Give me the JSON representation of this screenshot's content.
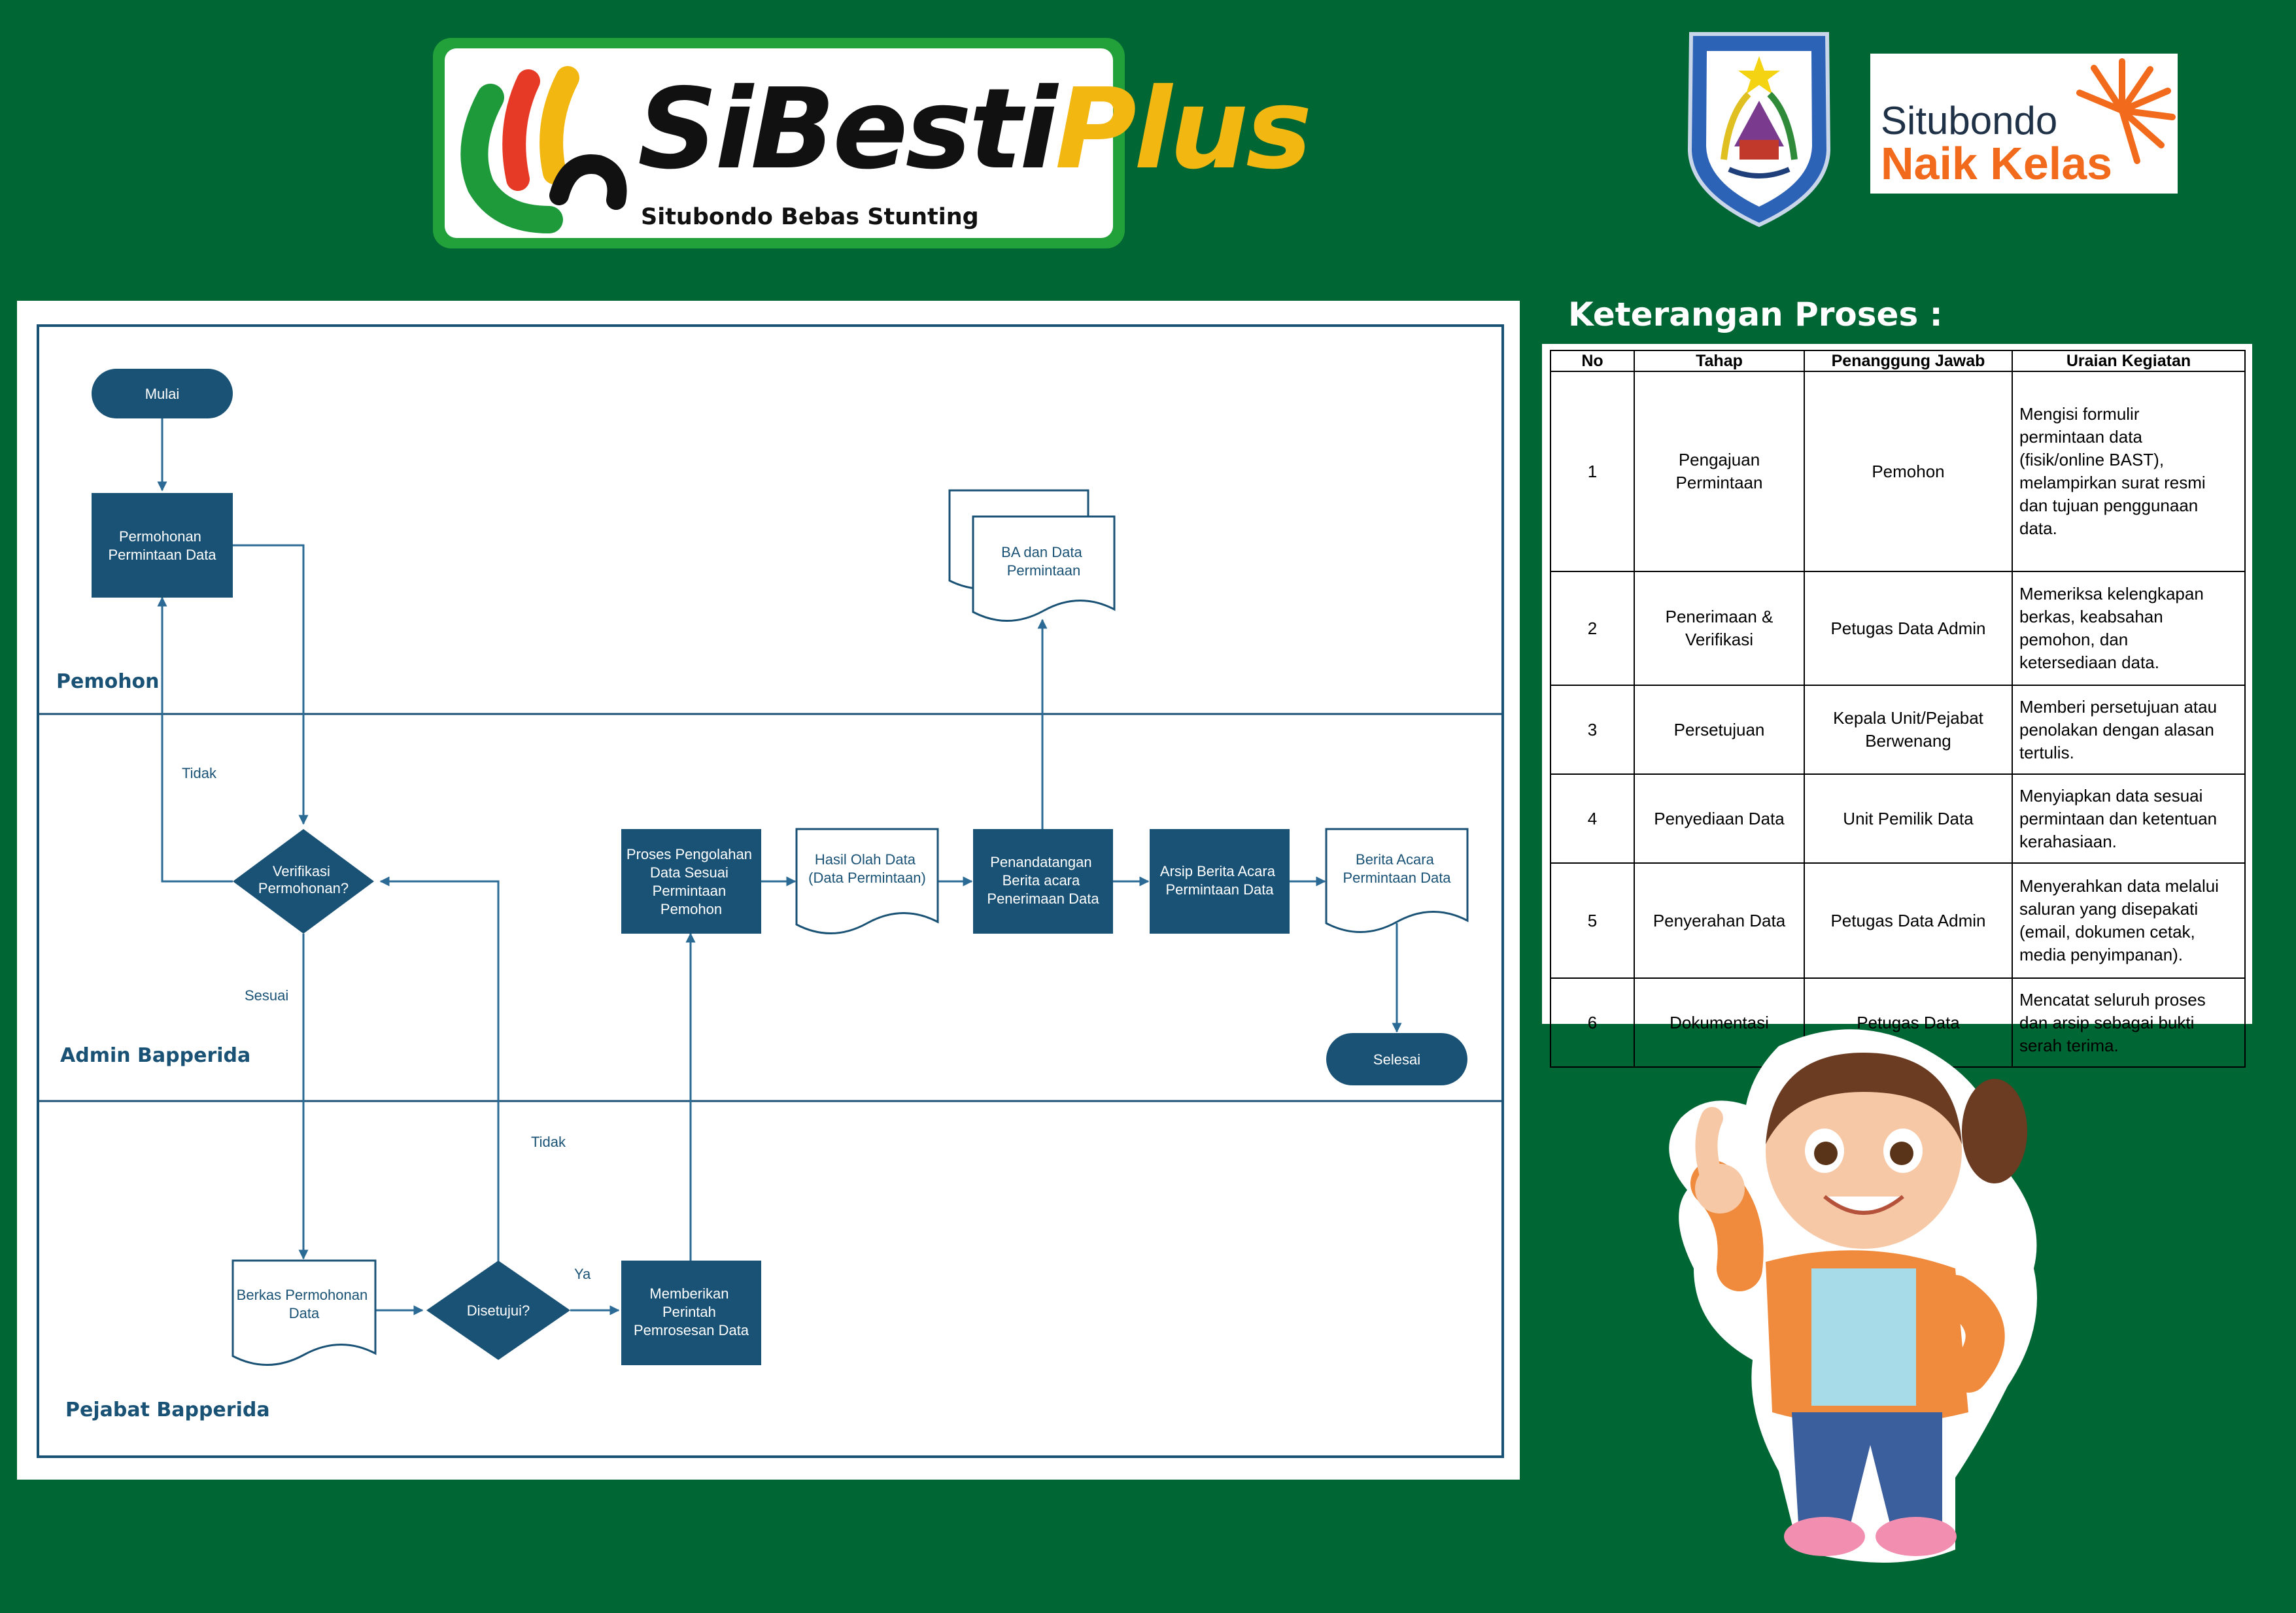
{
  "logo": {
    "word_dark": "SiBesti",
    "word_accent": "Plus",
    "tagline": "Situbondo Bebas Stunting"
  },
  "partner_logo": {
    "line1": "Situbondo",
    "line2": "Naik Kelas"
  },
  "flowchart": {
    "lanes": [
      "Pemohon",
      "Admin Bapperida",
      "Pejabat Bapperida"
    ],
    "nodes": {
      "mulai": "Mulai",
      "permohonan": [
        "Permohonan",
        "Permintaan Data"
      ],
      "verifikasi": [
        "Verifikasi",
        "Permohonan?"
      ],
      "berkas": [
        "Berkas Permohonan",
        "Data"
      ],
      "disetujui": "Disetujui?",
      "memberikan": [
        "Memberikan",
        "Perintah",
        "Pemrosesan Data"
      ],
      "proses": [
        "Proses Pengolahan",
        "Data Sesuai",
        "Permintaan",
        "Pemohon"
      ],
      "hasil": [
        "Hasil Olah Data",
        "(Data Permintaan)"
      ],
      "penandatangan": [
        "Penandatangan",
        "Berita acara",
        "Penerimaan Data"
      ],
      "arsip": [
        "Arsip Berita Acara",
        "Permintaan Data"
      ],
      "berita": [
        "Berita Acara",
        "Permintaan Data"
      ],
      "ba": [
        "BA dan Data",
        "Permintaan"
      ],
      "selesai": "Selesai"
    },
    "edge_labels": {
      "tidak_1": "Tidak",
      "sesuai": "Sesuai",
      "tidak_2": "Tidak",
      "ya": "Ya"
    }
  },
  "keterangan": {
    "title": "Keterangan Proses :",
    "headers": [
      "No",
      "Tahap",
      "Penanggung Jawab",
      "Uraian Kegiatan"
    ],
    "rows": [
      {
        "no": "1",
        "tahap": [
          "Pengajuan",
          "Permintaan"
        ],
        "pj": [
          "Pemohon"
        ],
        "uraian": [
          "Mengisi formulir",
          "permintaan data",
          "(fisik/online BAST),",
          "melampirkan surat resmi",
          "dan tujuan penggunaan",
          "data."
        ]
      },
      {
        "no": "2",
        "tahap": [
          "Penerimaan &",
          "Verifikasi"
        ],
        "pj": [
          "Petugas Data Admin"
        ],
        "uraian": [
          "Memeriksa kelengkapan",
          "berkas, keabsahan",
          "pemohon, dan",
          "ketersediaan data."
        ]
      },
      {
        "no": "3",
        "tahap": [
          "Persetujuan"
        ],
        "pj": [
          "Kepala Unit/Pejabat",
          "Berwenang"
        ],
        "uraian": [
          "Memberi persetujuan atau",
          "penolakan dengan alasan",
          "tertulis."
        ]
      },
      {
        "no": "4",
        "tahap": [
          "Penyediaan Data"
        ],
        "pj": [
          "Unit Pemilik Data"
        ],
        "uraian": [
          "Menyiapkan data sesuai",
          "permintaan dan ketentuan",
          "kerahasiaan."
        ]
      },
      {
        "no": "5",
        "tahap": [
          "Penyerahan Data"
        ],
        "pj": [
          "Petugas Data Admin"
        ],
        "uraian": [
          "Menyerahkan data melalui",
          "saluran yang disepakati",
          "(email, dokumen cetak,",
          "media penyimpanan)."
        ]
      },
      {
        "no": "6",
        "tahap": [
          "Dokumentasi"
        ],
        "pj": [
          "Petugas Data"
        ],
        "uraian": [
          "Mencatat seluruh proses",
          "dan arsip sebagai bukti",
          "serah terima."
        ]
      }
    ]
  },
  "colors": {
    "background": "#006633",
    "node_fill": "#1a5276",
    "logo_green": "#22a13a",
    "logo_yellow": "#f3b712",
    "naik_kelas_orange": "#f26a1b"
  }
}
